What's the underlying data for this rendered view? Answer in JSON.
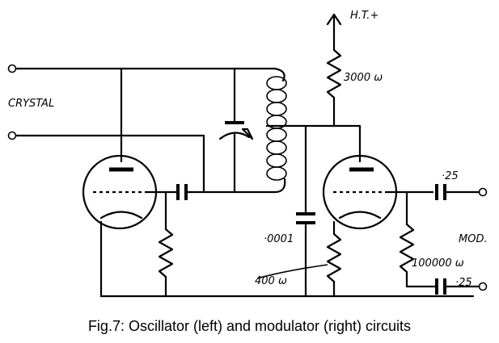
{
  "labels": {
    "ht_plus": "H.T.+",
    "resistor_3000": "3000 ω",
    "crystal": "CRYSTAL",
    "cap_0001": "·0001",
    "resistor_400": "400 ω",
    "resistor_100000": "100000 ω",
    "cap_25_top": "·25",
    "cap_25_bottom": "·25",
    "mod": "MOD."
  },
  "caption": "Fig.7: Oscillator (left) and modulator (right) circuits"
}
